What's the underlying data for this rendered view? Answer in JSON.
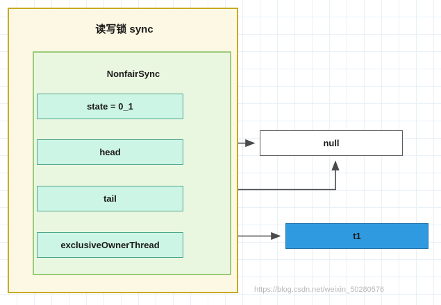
{
  "diagram": {
    "outer_box": {
      "title": "读写锁 sync"
    },
    "inner_box": {
      "title": "NonfairSync"
    },
    "fields": [
      {
        "label": "state = 0_1"
      },
      {
        "label": "head"
      },
      {
        "label": "tail"
      },
      {
        "label": "exclusiveOwnerThread"
      }
    ],
    "nodes": [
      {
        "label": "null"
      },
      {
        "label": "t1"
      }
    ],
    "colors": {
      "outer_fill": "#fdf8e3",
      "outer_border": "#c8a922",
      "inner_fill": "#eaf7e0",
      "inner_border": "#9ccb7a",
      "field_fill": "#cdf5e5",
      "field_border": "#4aa58a",
      "node_null_fill": "#ffffff",
      "node_thread_fill": "#2f9ae0",
      "arrow": "#4a4a4a",
      "grid": "#e8f0f8"
    },
    "watermark": "https://blog.csdn.net/weixin_50280576"
  }
}
